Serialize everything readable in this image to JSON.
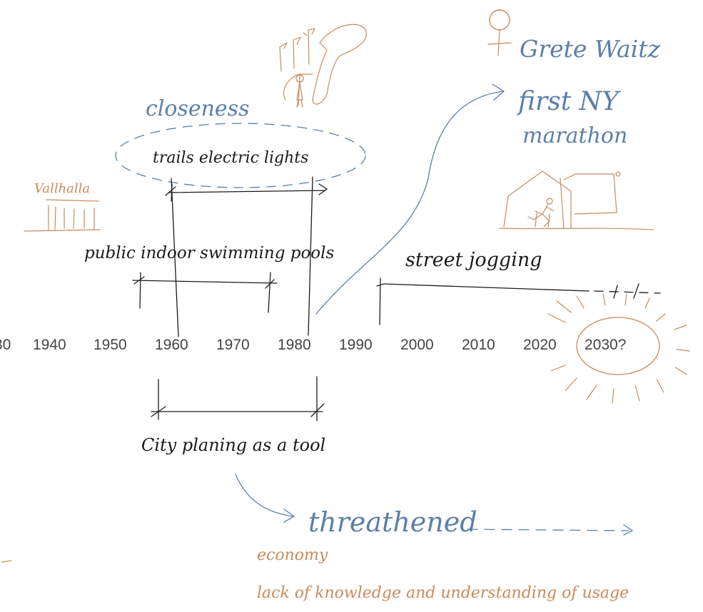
{
  "timeline": {
    "years": [
      "30",
      "1940",
      "1950",
      "1960",
      "1970",
      "1980",
      "1990",
      "2000",
      "2010",
      "2020",
      "2030?"
    ]
  },
  "labels": {
    "closeness": "closeness",
    "trails": "trails electric lights",
    "valhalla": "Vallhalla",
    "pools": "public indoor swimming pools",
    "street_jogging": "street jogging",
    "city_planning": "City planing as a tool",
    "threathened": "threathened",
    "economy": "economy",
    "lack": "lack of knowledge and understanding of usage",
    "grete_1": "Grete Waitz",
    "grete_2": "first NY",
    "grete_3": "marathon"
  },
  "colors": {
    "ink": "#1a1a1a",
    "blue": "#5a7fa8",
    "orange": "#c98a5a",
    "year": "#444444"
  }
}
